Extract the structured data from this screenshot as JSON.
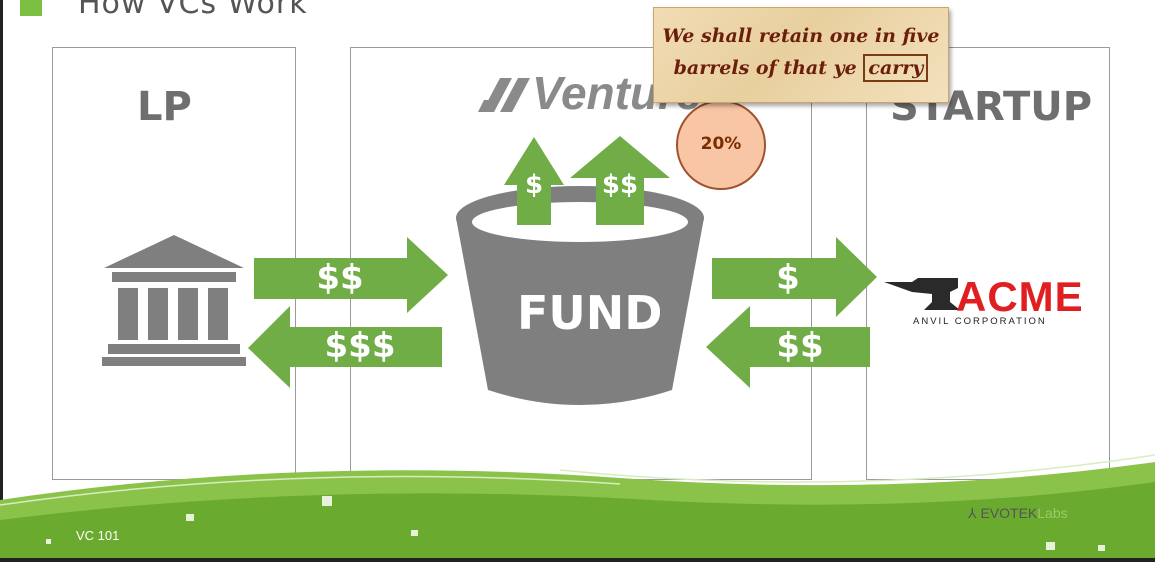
{
  "slide": {
    "title": "How VCs Work",
    "footer_left": "VC 101"
  },
  "columns": {
    "lp": "LP",
    "startup": "STARTUP"
  },
  "venture_logo": {
    "text": "Venture"
  },
  "fund": {
    "label": "FUND"
  },
  "arrows": {
    "lp_to_fund": "$$",
    "fund_to_lp": "$$$",
    "fund_to_startup": "$",
    "startup_to_fund": "$$",
    "up_small": "$",
    "up_large": "$$"
  },
  "carry": {
    "percent": "20%",
    "quote_line1": "We shall retain one in five",
    "quote_line2_prefix": "barrels of that ye",
    "quote_highlight": "carry"
  },
  "acme": {
    "logo": "ACME",
    "subtitle": "ANVIL CORPORATION"
  },
  "brand": {
    "name": "EVOTEK",
    "suffix": "Labs"
  },
  "colors": {
    "accent_green": "#70ad47",
    "fund_gray": "#7f7f7f",
    "badge_fill": "#f8c6a5",
    "badge_border": "#c0504d"
  }
}
